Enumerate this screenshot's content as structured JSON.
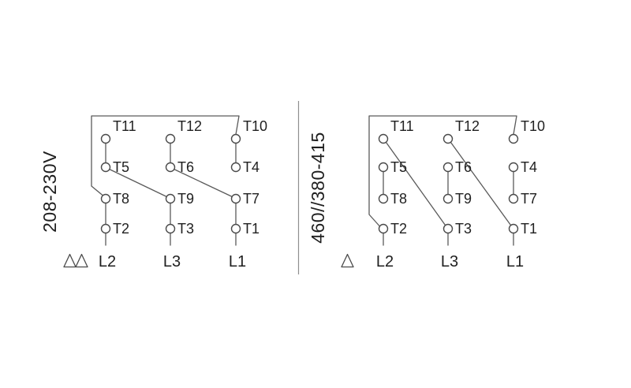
{
  "left_diagram": {
    "voltage_label": "208-230V",
    "connection_symbol": "double-delta",
    "terminal_rows": [
      [
        "T11",
        "T12",
        "T10"
      ],
      [
        "T5",
        "T6",
        "T4"
      ],
      [
        "T8",
        "T9",
        "T7"
      ],
      [
        "T2",
        "T3",
        "T1"
      ]
    ],
    "line_labels": [
      "L2",
      "L3",
      "L1"
    ]
  },
  "right_diagram": {
    "voltage_label": "460//380-415",
    "connection_symbol": "delta",
    "terminal_rows": [
      [
        "T11",
        "T12",
        "T10"
      ],
      [
        "T5",
        "T6",
        "T4"
      ],
      [
        "T8",
        "T9",
        "T7"
      ],
      [
        "T2",
        "T3",
        "T1"
      ]
    ],
    "line_labels": [
      "L2",
      "L3",
      "L1"
    ]
  },
  "colors": {
    "wire": "#5a5a5a",
    "text": "#1f1f1f"
  }
}
